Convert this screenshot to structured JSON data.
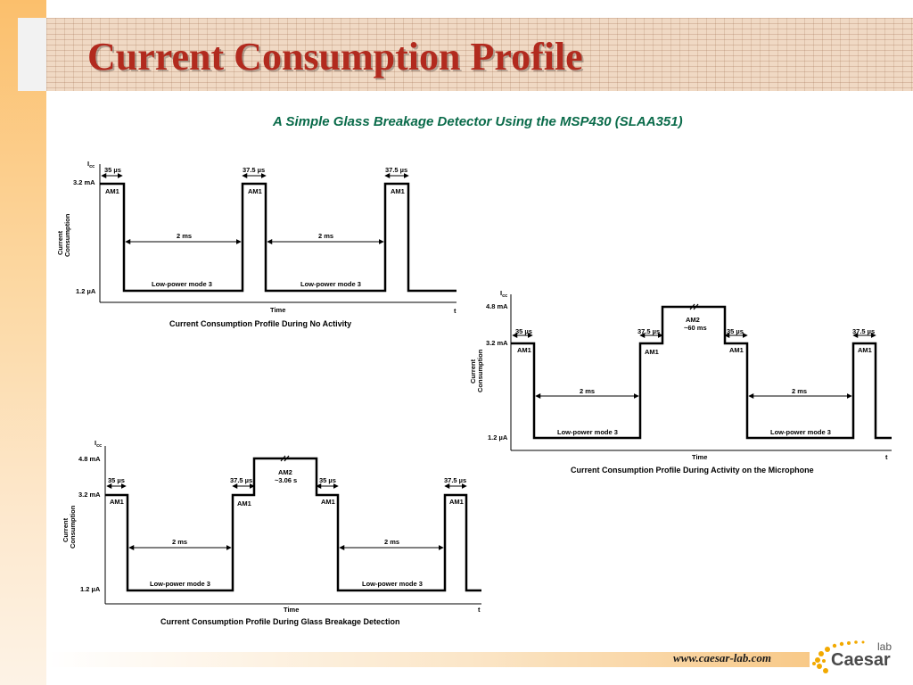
{
  "slide": {
    "title": "Current Consumption Profile",
    "subtitle": "A Simple Glass Breakage Detector Using the MSP430 (SLAA351)",
    "footer_url": "www.caesar-lab.com",
    "logo_name": "Caesar",
    "logo_lab": "lab"
  },
  "diagrams": {
    "common": {
      "icc": "I",
      "icc_sub": "cc",
      "y_label_1": "Current",
      "y_label_2": "Consumption",
      "x_label": "Time",
      "t": "t",
      "low_current": "1.2 µA",
      "am1_current": "3.2 mA",
      "am2_current": "4.8 mA",
      "am1": "AM1",
      "am2": "AM2",
      "lpm": "Low-power mode 3",
      "two_ms": "2 ms",
      "t35": "35 µs",
      "t375": "37.5 µs"
    },
    "no_activity": {
      "caption": "Current Consumption Profile During No Activity"
    },
    "microphone": {
      "caption": "Current Consumption Profile During Activity on the Microphone",
      "am2_duration": "~60 ms"
    },
    "glass_breakage": {
      "caption": "Current Consumption Profile During Glass Breakage Detection",
      "am2_duration": "~3.06 s"
    }
  }
}
